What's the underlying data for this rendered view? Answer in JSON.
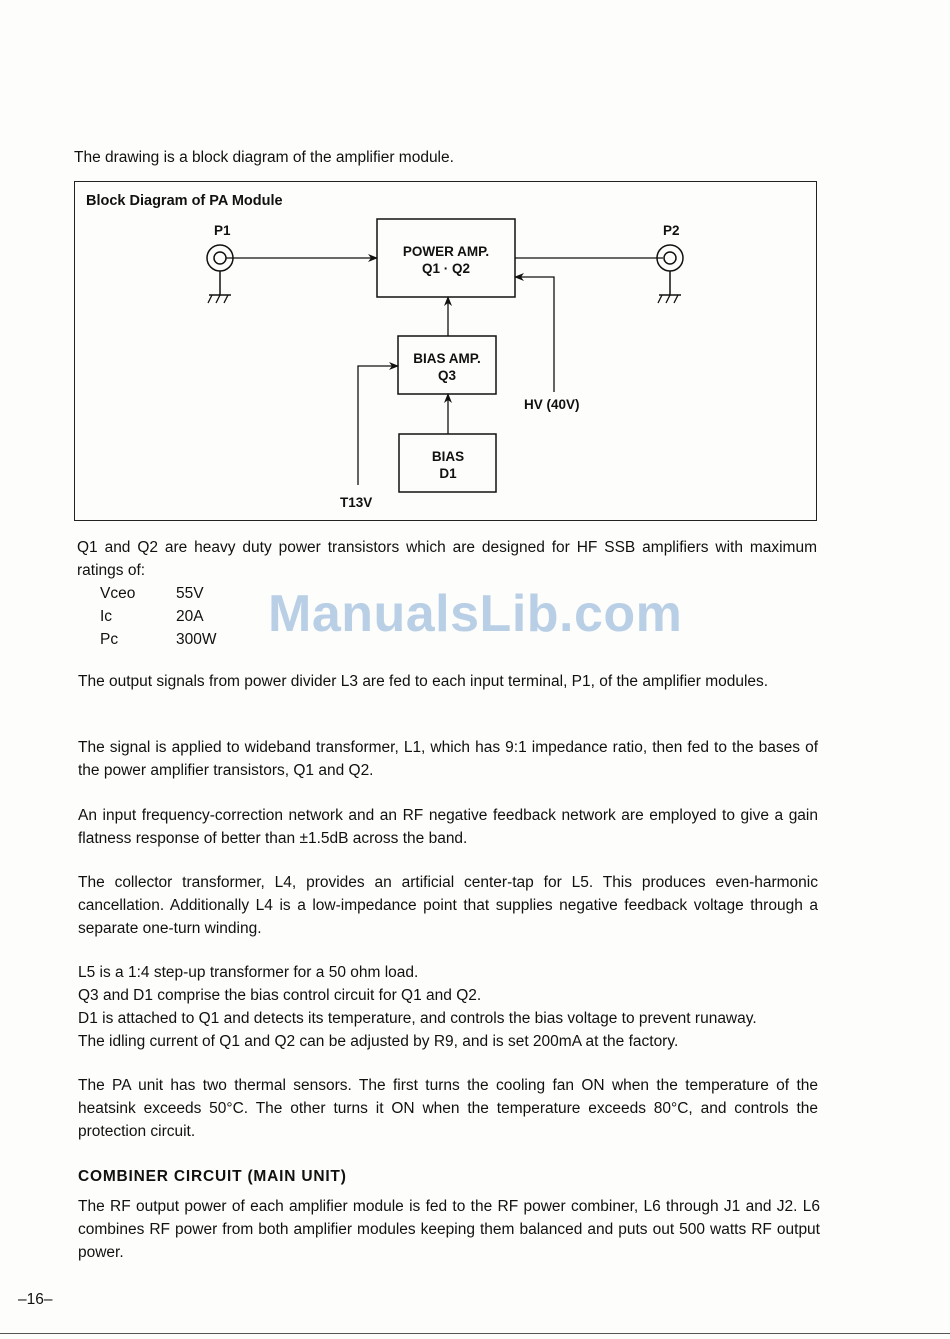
{
  "intro": "The drawing is a block diagram of the amplifier module.",
  "diagram": {
    "title": "Block Diagram of PA Module",
    "p1": "P1",
    "p2": "P2",
    "power_amp_line1": "POWER AMP.",
    "power_amp_line2": "Q1 · Q2",
    "bias_amp_line1": "BIAS AMP.",
    "bias_amp_line2": "Q3",
    "bias_line1": "BIAS",
    "bias_line2": "D1",
    "hv": "HV (40V)",
    "t13v": "T13V"
  },
  "para1": "Q1 and Q2 are heavy duty power transistors which are designed for HF SSB amplifiers with maximum ratings of:",
  "ratings": [
    {
      "name": "Vceo",
      "value": "55V"
    },
    {
      "name": "Ic",
      "value": "20A"
    },
    {
      "name": "Pc",
      "value": "300W"
    }
  ],
  "watermark": "ManualsLib.com",
  "para2": "The output signals from power divider L3 are fed to each input terminal, P1, of the amplifier modules.",
  "para3": "The signal is applied to wideband transformer, L1, which has 9:1 impedance ratio, then fed to the bases of the power amplifier transistors, Q1 and Q2.",
  "para4": "An input frequency-correction network and an RF negative feedback network are employed to give a gain flatness response of better than ±1.5dB across the band.",
  "para5": "The collector transformer, L4, provides an artificial center-tap for L5. This produces even-harmonic cancellation. Additionally L4 is a low-impedance point that supplies negative feedback voltage through a separate one-turn winding.",
  "para6_lines": [
    "L5 is a 1:4 step-up transformer for a 50 ohm load.",
    "Q3 and D1 comprise the bias control circuit for Q1 and Q2.",
    "D1 is attached to Q1 and detects its temperature, and controls the bias voltage to prevent runaway.",
    "The idling current of Q1 and Q2 can be adjusted by R9, and is set 200mA at the factory."
  ],
  "para7": "The PA unit has two thermal sensors. The first turns the cooling fan ON when the temperature of the heatsink exceeds 50°C. The other turns it ON when the temperature exceeds 80°C, and controls the protection circuit.",
  "heading": "COMBINER CIRCUIT (MAIN UNIT)",
  "para8": "The RF output power of each amplifier module is fed to the RF power combiner, L6 through J1 and J2. L6 combines RF power from both amplifier modules keeping them balanced and puts out 500 watts RF output power.",
  "page_number": "–16–"
}
